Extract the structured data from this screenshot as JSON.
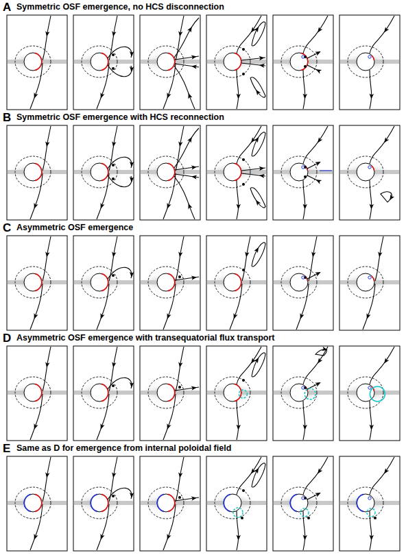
{
  "diagram": {
    "labels": [
      "A",
      "Symmetric OSF emergence, no HCS disconnection",
      "B",
      "Symmetric OSF emergence with HCS reconnection",
      "C",
      "Asymmetric OSF emergence",
      "D",
      "Asymmetric OSF emergence with transequatorial flux transport",
      "E",
      "Same as D for emergence from internal poloidal field"
    ]
  }
}
